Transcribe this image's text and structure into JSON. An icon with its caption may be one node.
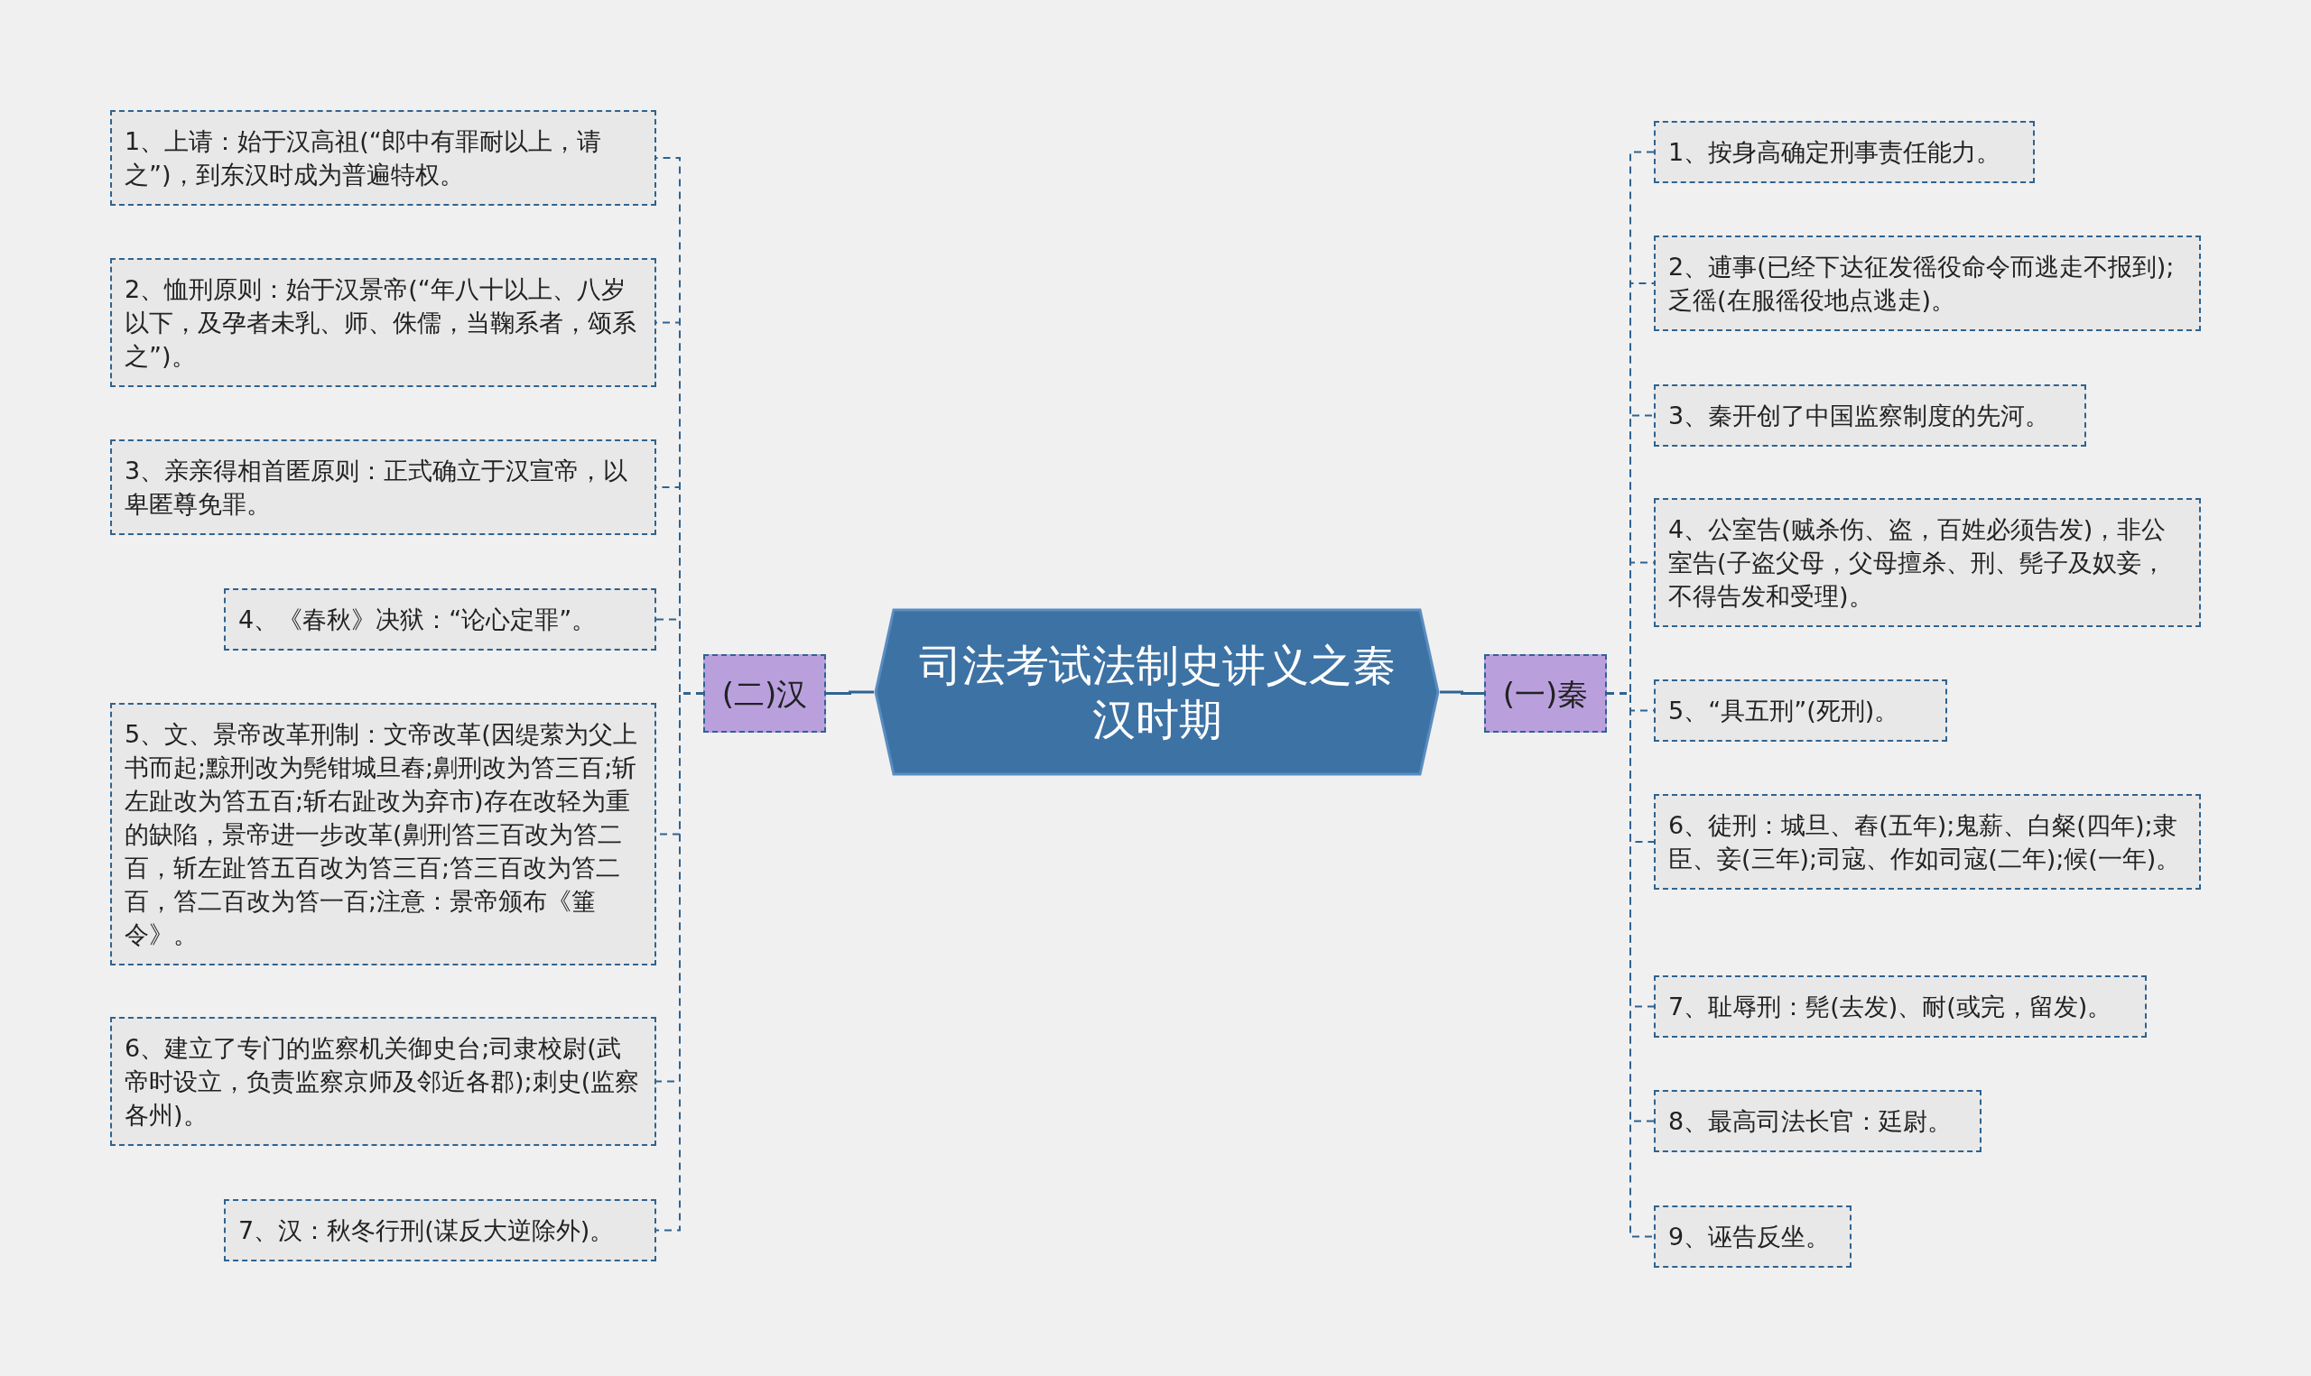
{
  "diagram": {
    "nodes": [
      {
        "text": [
          "司法考试法制史讲义之秦汉时期"
        ]
      },
      {
        "text": [
          "(二)汉"
        ]
      },
      {
        "text": [
          "1、上请：始于汉高祖(“郎中有罪耐以上，请之”)，到东汉时成为普遍特权。"
        ]
      },
      {
        "text": [
          "2、恤刑原则：始于汉景帝(“年八十以上、八岁以下，及孕者未乳、师、侏儒，当鞠系者，颂系之”)。"
        ]
      },
      {
        "text": [
          "3、亲亲得相首匿原则：正式确立于汉宣帝，以卑匿尊免罪。"
        ]
      },
      {
        "text": [
          "4、《春秋》决狱：“论心定罪”。"
        ]
      },
      {
        "text": [
          "5、文、景帝改革刑制：文帝改革(因缇萦为父上书而起;黥刑改为髡钳城旦舂;劓刑改为笞三百;斩左趾改为笞五百;斩右趾改为弃市)存在改轻为重的缺陷，景帝进一步改革(劓刑笞三百改为笞二百，斩左趾笞五百改为笞三百;笞三百改为笞二百，笞二百改为笞一百;注意：景帝颁布《箠令》。"
        ]
      },
      {
        "text": [
          "6、建立了专门的监察机关御史台;司隶校尉(武帝时设立，负责监察京师及邻近各郡);刺史(监察各州)。"
        ]
      },
      {
        "text": [
          "7、汉：秋冬行刑(谋反大逆除外)。"
        ]
      },
      {
        "text": [
          "(一)秦"
        ]
      },
      {
        "text": [
          "1、按身高确定刑事责任能力。"
        ]
      },
      {
        "text": [
          "2、逋事(已经下达征发徭役命令而逃走不报到);乏徭(在服徭役地点逃走)。"
        ]
      },
      {
        "text": [
          "3、秦开创了中国监察制度的先河。"
        ]
      },
      {
        "text": [
          "4、公室告(贼杀伤、盗，百姓必须告发)，非公室告(子盗父母，父母擅杀、刑、髡子及奴妾，不得告发和受理)。"
        ]
      },
      {
        "text": [
          "5、“具五刑”(死刑)。"
        ]
      },
      {
        "text": [
          "6、徒刑：城旦、舂(五年);鬼薪、白粲(四年);隶臣、妾(三年);司寇、作如司寇(二年);候(一年)。"
        ]
      },
      {
        "text": [
          "7、耻辱刑：髡(去发)、耐(或完，留发)。"
        ]
      },
      {
        "text": [
          "8、最高司法长官：廷尉。"
        ]
      },
      {
        "text": [
          "9、诬告反坐。"
        ]
      }
    ],
    "edges": [
      {
        "from": 0,
        "to": 1,
        "arrow": "none"
      },
      {
        "from": 0,
        "to": 9,
        "arrow": "none"
      },
      {
        "from": 1,
        "to": 2,
        "arrow": "none",
        "style": "dashed"
      },
      {
        "from": 1,
        "to": 3,
        "arrow": "none",
        "style": "dashed"
      },
      {
        "from": 1,
        "to": 4,
        "arrow": "none",
        "style": "dashed"
      },
      {
        "from": 1,
        "to": 5,
        "arrow": "none",
        "style": "dashed"
      },
      {
        "from": 1,
        "to": 6,
        "arrow": "none",
        "style": "dashed"
      },
      {
        "from": 1,
        "to": 7,
        "arrow": "none",
        "style": "dashed"
      },
      {
        "from": 1,
        "to": 8,
        "arrow": "none",
        "style": "dashed"
      },
      {
        "from": 9,
        "to": 10,
        "arrow": "none",
        "style": "dashed"
      },
      {
        "from": 9,
        "to": 11,
        "arrow": "none",
        "style": "dashed"
      },
      {
        "from": 9,
        "to": 12,
        "arrow": "none",
        "style": "dashed"
      },
      {
        "from": 9,
        "to": 13,
        "arrow": "none",
        "style": "dashed"
      },
      {
        "from": 9,
        "to": 14,
        "arrow": "none",
        "style": "dashed"
      },
      {
        "from": 9,
        "to": 15,
        "arrow": "none",
        "style": "dashed"
      },
      {
        "from": 9,
        "to": 16,
        "arrow": "none",
        "style": "dashed"
      },
      {
        "from": 9,
        "to": 17,
        "arrow": "none",
        "style": "dashed"
      },
      {
        "from": 9,
        "to": 18,
        "arrow": "none",
        "style": "dashed"
      }
    ]
  }
}
